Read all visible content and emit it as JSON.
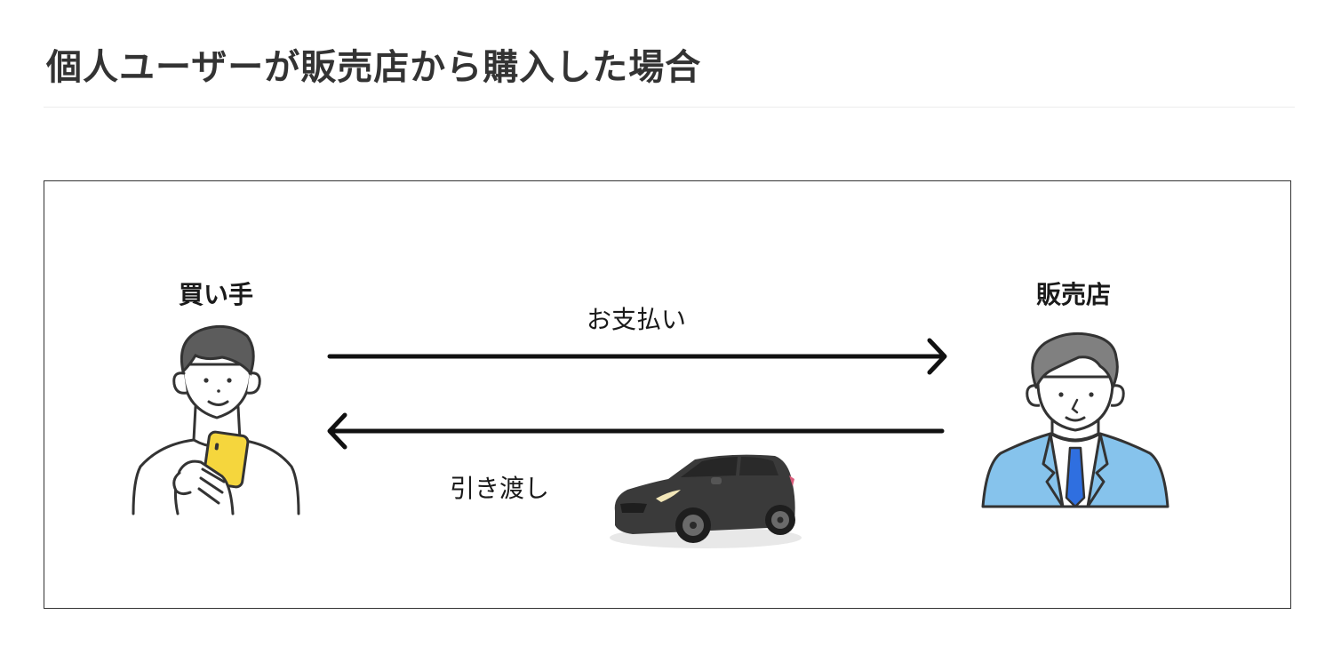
{
  "header": {
    "title": "個人ユーザーが販売店から購入した場合"
  },
  "diagram": {
    "buyer": {
      "label": "買い手",
      "phone_color": "#f5d63d"
    },
    "dealer": {
      "label": "販売店",
      "suit_color": "#86c3ec",
      "tie_color": "#2f6fe0"
    },
    "flows": [
      {
        "label": "お支払い",
        "direction": "buyer-to-dealer"
      },
      {
        "label": "引き渡し",
        "direction": "dealer-to-buyer",
        "item": "car"
      }
    ],
    "colors": {
      "line": "#111111",
      "hair": "#666666",
      "car_body": "#3a3a3a"
    }
  }
}
